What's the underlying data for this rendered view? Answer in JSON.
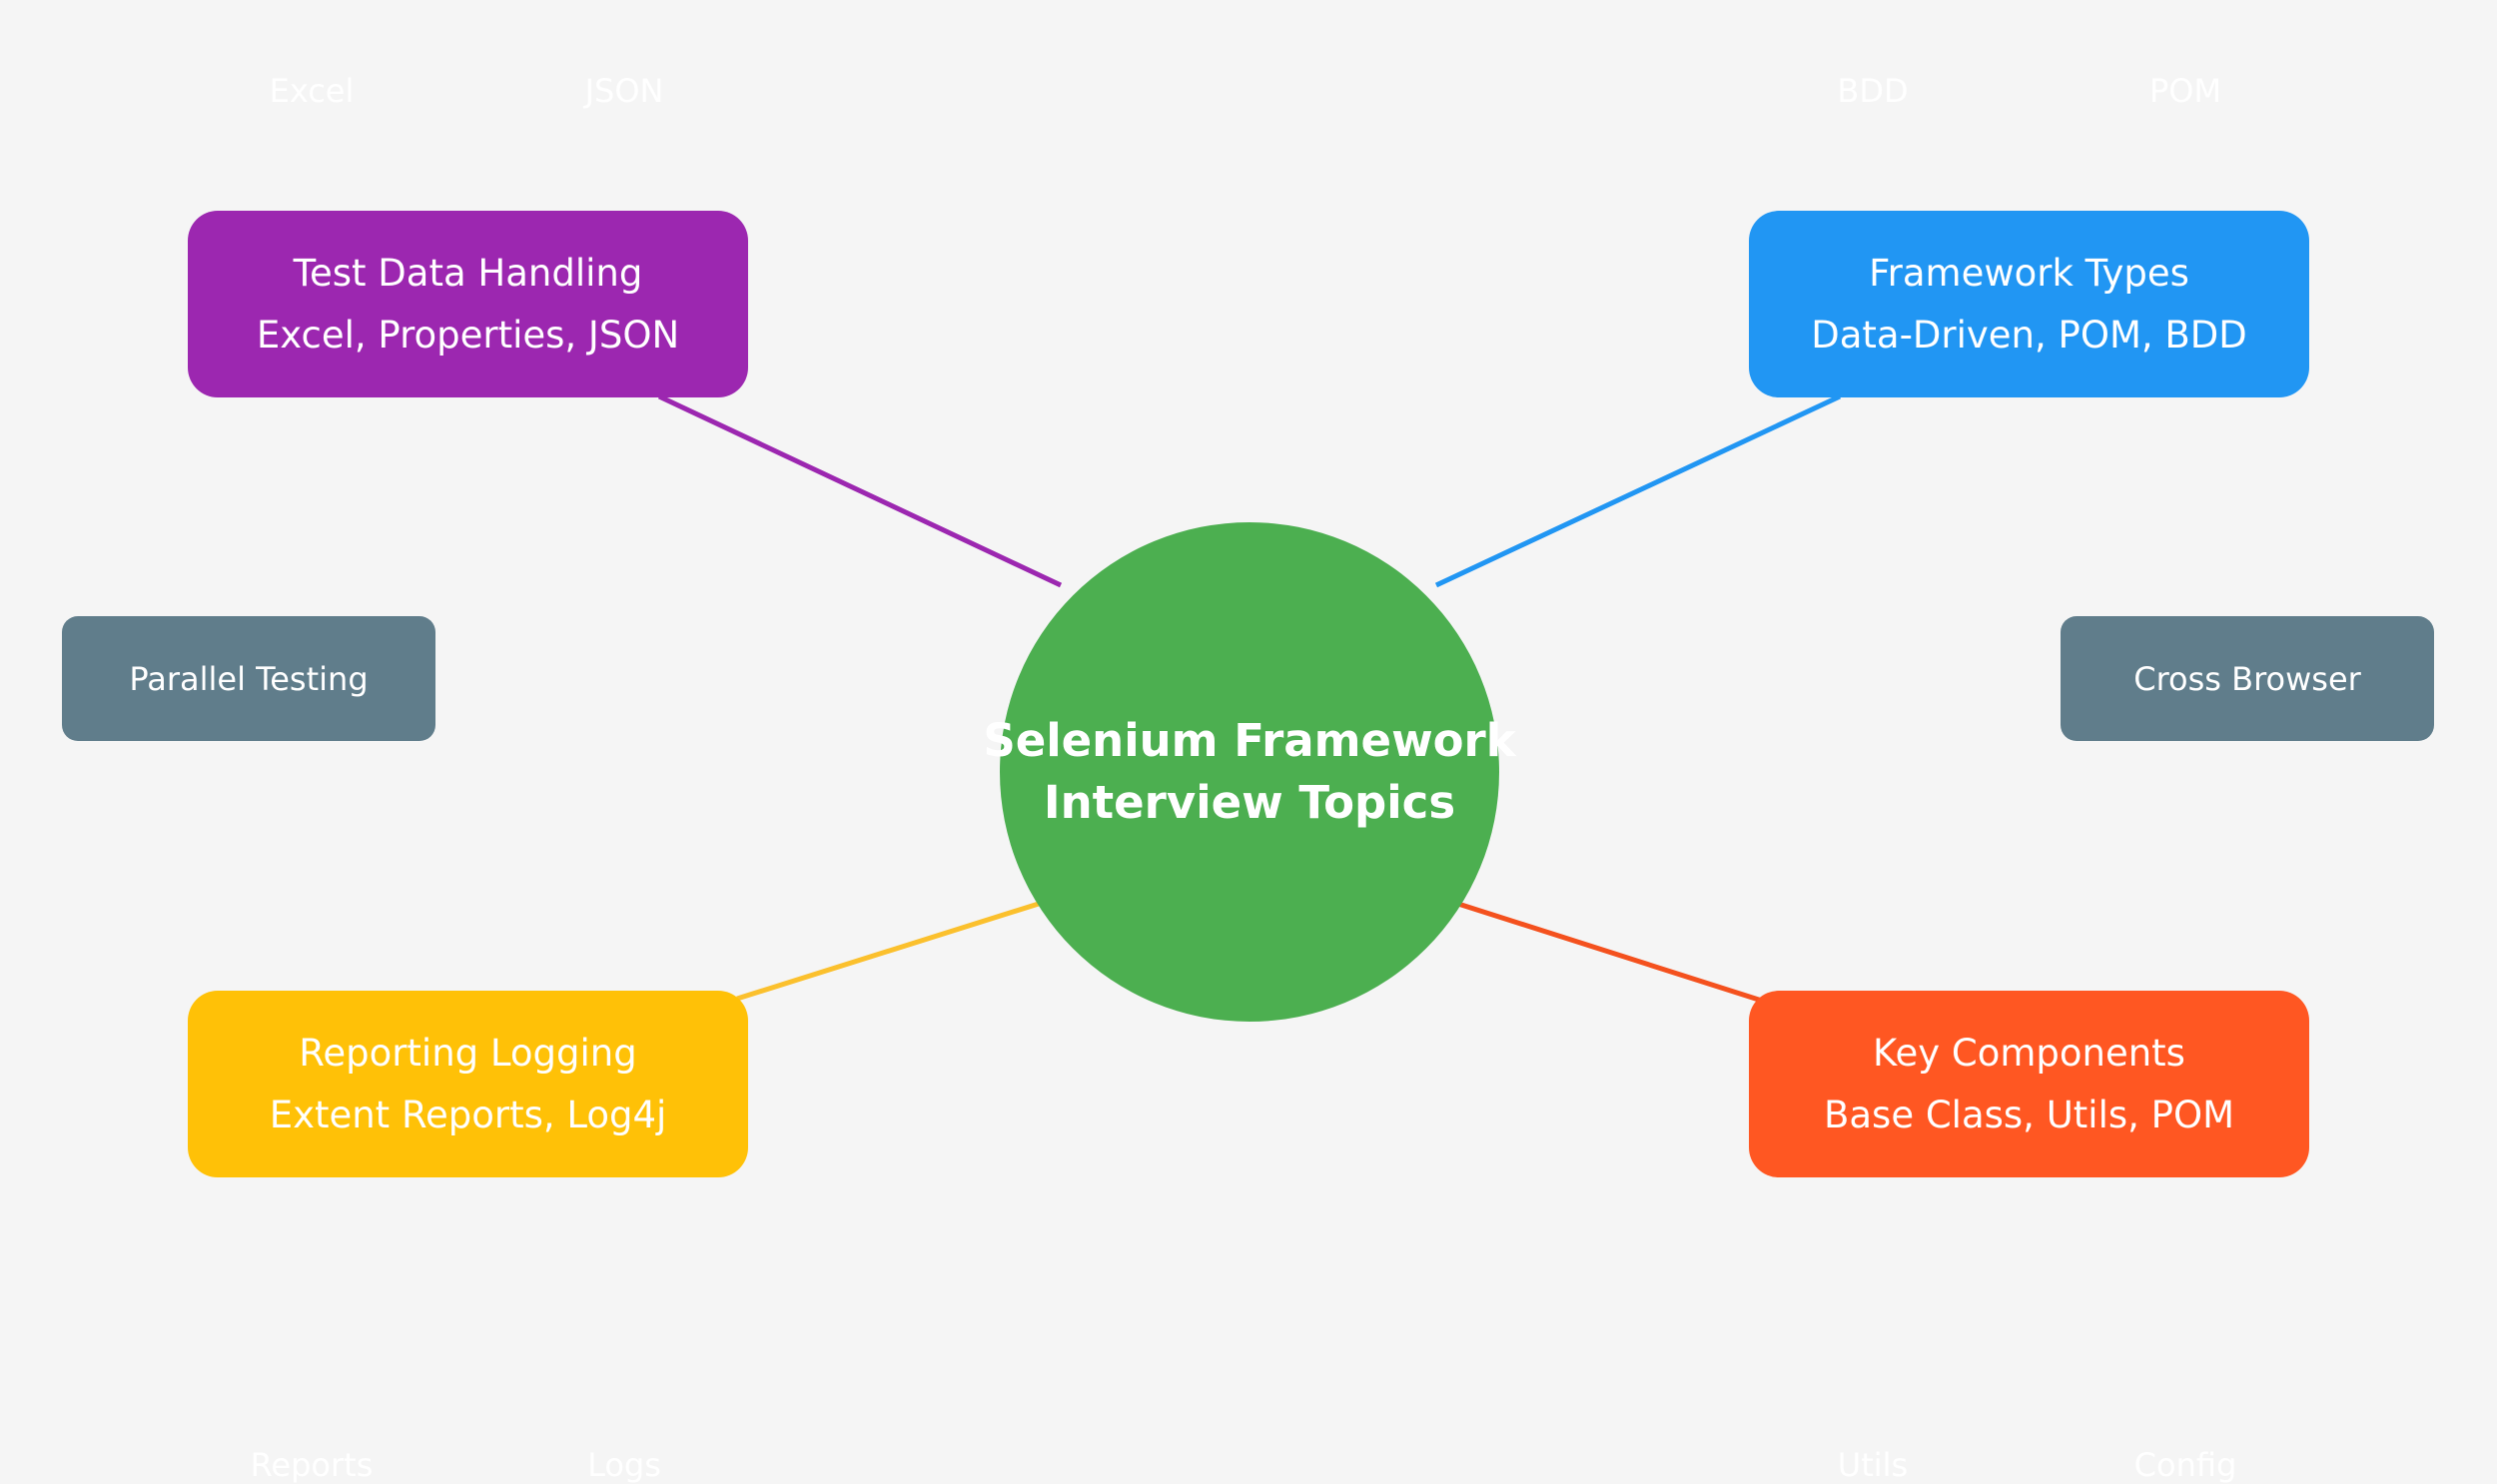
{
  "center": {
    "line1": "Selenium Framework",
    "line2": "Interview Topics",
    "color": "#4caf50"
  },
  "topics": [
    {
      "title": "Test Data Handling",
      "subtitle": "Excel, Properties, JSON",
      "color": "#9c27b0"
    },
    {
      "title": "Framework Types",
      "subtitle": "Data-Driven, POM, BDD",
      "color": "#2196f3"
    },
    {
      "title": "Reporting Logging",
      "subtitle": "Extent Reports, Log4j",
      "color": "#ffc107"
    },
    {
      "title": "Key Components",
      "subtitle": "Base Class, Utils, POM",
      "color": "#ff5722"
    }
  ],
  "side_nodes": [
    {
      "label": "Parallel Testing",
      "color": "#607d8b"
    },
    {
      "label": "Cross Browser",
      "color": "#607d8b"
    }
  ],
  "faint_labels": [
    "Excel",
    "JSON",
    "BDD",
    "POM",
    "Reports",
    "Logs",
    "Utils",
    "Config"
  ],
  "connector_colors": [
    "#9c27b0",
    "#2196f3",
    "#fbc02d",
    "#f4511e"
  ]
}
